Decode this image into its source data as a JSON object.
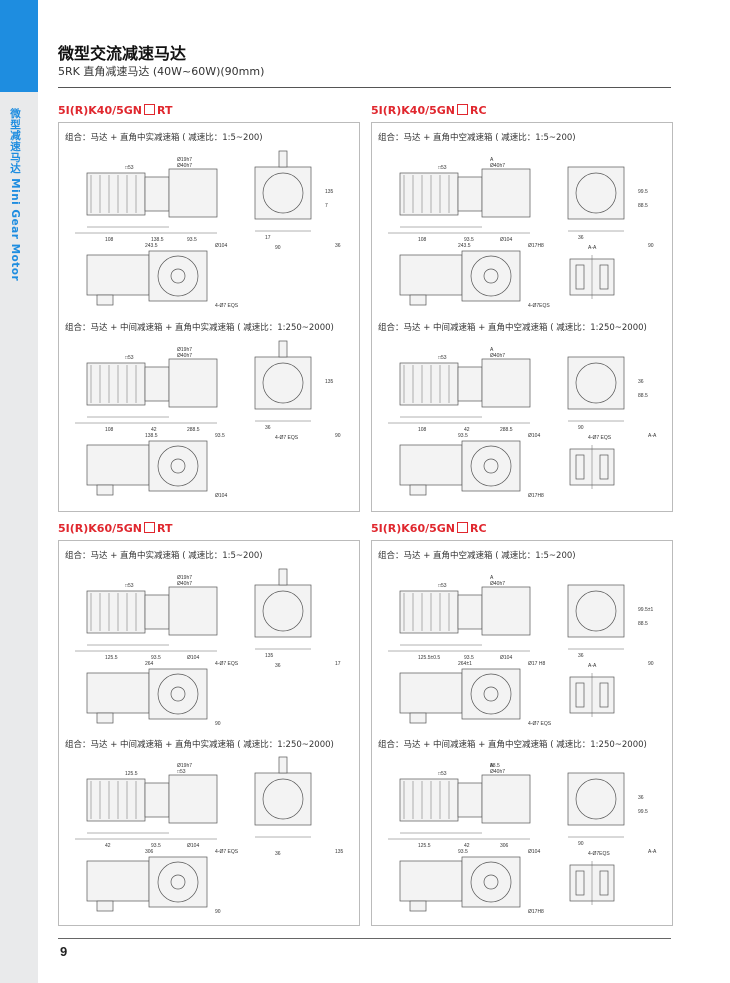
{
  "sidebar": {
    "label": "微型减速马达 Mini Gear Motor"
  },
  "header": {
    "title": "微型交流减速马达",
    "subtitle": "5RK 直角减速马达 (40W~60W)(90mm)"
  },
  "sections": [
    {
      "prefix": "5I(R)K40/5GN",
      "suffix": "RT",
      "captions": [
        "组合：马达 + 直角中实减速箱 ( 减速比：1:5~200)",
        "组合：马达 + 中间减速箱 + 直角中实减速箱 ( 减速比：1:250~2000)"
      ]
    },
    {
      "prefix": "5I(R)K40/5GN",
      "suffix": "RC",
      "captions": [
        "组合：马达 + 直角中空减速箱 ( 减速比：1:5~200)",
        "组合：马达 + 中间减速箱 + 直角中空减速箱 ( 减速比：1:250~2000)"
      ]
    },
    {
      "prefix": "5I(R)K60/5GN",
      "suffix": "RT",
      "captions": [
        "组合：马达 + 直角中实减速箱 ( 减速比：1:5~200)",
        "组合：马达 + 中间减速箱 + 直角中实减速箱 ( 减速比：1:250~2000)"
      ]
    },
    {
      "prefix": "5I(R)K60/5GN",
      "suffix": "RC",
      "captions": [
        "组合：马达 + 直角中空减速箱 ( 减速比：1:5~200)",
        "组合：马达 + 中间减速箱 + 直角中空减速箱 ( 减速比：1:250~2000)"
      ]
    }
  ],
  "drawings": [
    {
      "dims": [
        "Ø19h7",
        "Ø40h7",
        "□53",
        "108",
        "138.5",
        "243.5",
        "93.5",
        "Ø104",
        "4-Ø7 EQS",
        "90",
        "36",
        "17",
        "135",
        "7"
      ]
    },
    {
      "dims": [
        "Ø19h7",
        "Ø40h7",
        "□53",
        "108",
        "42",
        "138.5",
        "288.5",
        "93.5",
        "Ø104",
        "4-Ø7 EQS",
        "90",
        "36",
        "135"
      ]
    },
    {
      "dims": [
        "A",
        "Ø40h7",
        "□53",
        "108",
        "93.5",
        "243.5",
        "Ø104",
        "Ø17H8",
        "4-Ø7EQS",
        "A-A",
        "90",
        "36",
        "99.5",
        "88.5"
      ]
    },
    {
      "dims": [
        "A",
        "Ø40h7",
        "□53",
        "108",
        "42",
        "93.5",
        "288.5",
        "Ø104",
        "Ø17H8",
        "4-Ø7 EQS",
        "A-A",
        "90",
        "36",
        "88.5"
      ]
    },
    {
      "dims": [
        "Ø19h7",
        "Ø40h7",
        "□53",
        "125.5",
        "93.5",
        "264",
        "Ø104",
        "4-Ø7 EQS",
        "90",
        "36",
        "17",
        "135"
      ]
    },
    {
      "dims": [
        "Ø19h7",
        "□53",
        "125.5",
        "42",
        "93.5",
        "306",
        "Ø104",
        "4-Ø7 EQS",
        "90",
        "36",
        "135"
      ]
    },
    {
      "dims": [
        "A",
        "Ø40h7",
        "□53",
        "125.5±0.5",
        "93.5",
        "264±1",
        "Ø104",
        "Ø17 H8",
        "4-Ø7 EQS",
        "A-A",
        "90",
        "36",
        "99.5±1",
        "88.5"
      ]
    },
    {
      "dims": [
        "A",
        "Ø40h7",
        "□53",
        "125.5",
        "42",
        "93.5",
        "306",
        "Ø104",
        "Ø17H8",
        "4-Ø7EQS",
        "A-A",
        "90",
        "36",
        "99.5",
        "88.5"
      ]
    }
  ],
  "footer": {
    "page_number": "9"
  }
}
